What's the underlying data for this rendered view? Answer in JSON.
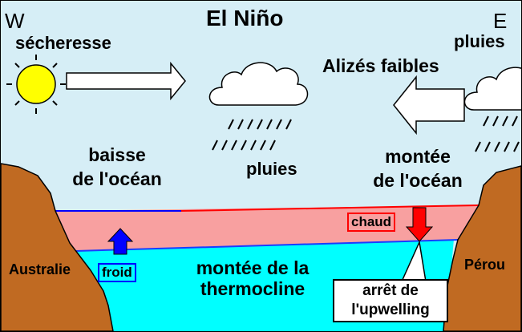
{
  "title": "El Niño",
  "west": {
    "letter": "W",
    "label": "sécheresse"
  },
  "east": {
    "letter": "E",
    "label": "pluies"
  },
  "winds": "Alizés faibles",
  "middle_rain": "pluies",
  "left_ocean": [
    "baisse",
    "de l'océan"
  ],
  "right_ocean": [
    "montée",
    "de l'océan"
  ],
  "warm_tag": "chaud",
  "cold_tag": "froid",
  "thermocline": [
    "montée de la",
    "thermocline"
  ],
  "upwelling": [
    "arrêt de",
    "l'upwelling"
  ],
  "left_land": "Australie",
  "right_land": "Pérou",
  "colors": {
    "sky": "#d6eef6",
    "warm_water": "#f8a0a0",
    "cold_water": "#00ffff",
    "land": "#c06a22",
    "sun": "#ffff00",
    "surface_line_left": "#0000ff",
    "surface_line_right": "#ff0000",
    "cold_arrow": "#0000ff",
    "warm_arrow": "#ff0000"
  },
  "icons": {
    "sun": "sun-icon",
    "cloud": "rain-cloud-icon",
    "wind_arrow": "outline-arrow-icon"
  }
}
